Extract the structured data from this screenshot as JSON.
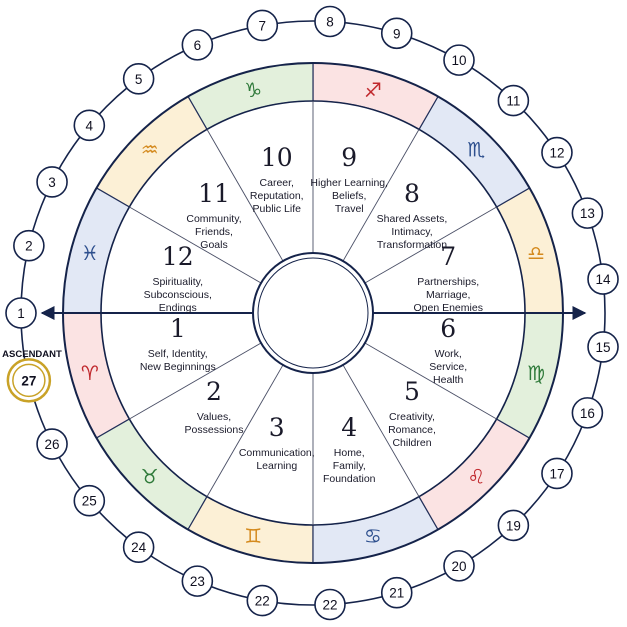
{
  "houses": [
    {
      "num": "1",
      "lines": [
        "Self, Identity,",
        "New Beginnings"
      ]
    },
    {
      "num": "2",
      "lines": [
        "Values,",
        "Possessions"
      ]
    },
    {
      "num": "3",
      "lines": [
        "Communication,",
        "Learning"
      ]
    },
    {
      "num": "4",
      "lines": [
        "Home,",
        "Family,",
        "Foundation"
      ]
    },
    {
      "num": "5",
      "lines": [
        "Creativity,",
        "Romance,",
        "Children"
      ]
    },
    {
      "num": "6",
      "lines": [
        "Work,",
        "Service,",
        "Health"
      ]
    },
    {
      "num": "7",
      "lines": [
        "Partnerships,",
        "Marriage,",
        "Open Enemies"
      ]
    },
    {
      "num": "8",
      "lines": [
        "Shared Assets,",
        "Intimacy,",
        "Transformation"
      ]
    },
    {
      "num": "9",
      "lines": [
        "Higher Learning,",
        "Beliefs,",
        "Travel"
      ]
    },
    {
      "num": "10",
      "lines": [
        "Career,",
        "Reputation,",
        "Public Life"
      ]
    },
    {
      "num": "11",
      "lines": [
        "Community,",
        "Friends,",
        "Goals"
      ]
    },
    {
      "num": "12",
      "lines": [
        "Spirituality,",
        "Subconscious,",
        "Endings"
      ]
    }
  ],
  "signs": [
    {
      "glyph": "♈",
      "name": "aries",
      "color": "#c0282d",
      "bg": "#fbe3e3"
    },
    {
      "glyph": "♉",
      "name": "taurus",
      "color": "#2f7a3a",
      "bg": "#e3f0dc"
    },
    {
      "glyph": "♊",
      "name": "gemini",
      "color": "#d48a1e",
      "bg": "#fcf0d6"
    },
    {
      "glyph": "♋",
      "name": "cancer",
      "color": "#2d4f8e",
      "bg": "#e2e8f5"
    },
    {
      "glyph": "♌",
      "name": "leo",
      "color": "#c0282d",
      "bg": "#fbe3e3"
    },
    {
      "glyph": "♍",
      "name": "virgo",
      "color": "#2f7a3a",
      "bg": "#e3f0dc"
    },
    {
      "glyph": "♎",
      "name": "libra",
      "color": "#d48a1e",
      "bg": "#fcf0d6"
    },
    {
      "glyph": "♏",
      "name": "scorpio",
      "color": "#2d4f8e",
      "bg": "#e2e8f5"
    },
    {
      "glyph": "♐",
      "name": "sagittarius",
      "color": "#c0282d",
      "bg": "#fbe3e3"
    },
    {
      "glyph": "♑",
      "name": "capricorn",
      "color": "#2f7a3a",
      "bg": "#e3f0dc"
    },
    {
      "glyph": "♒",
      "name": "aquarius",
      "color": "#d48a1e",
      "bg": "#fcf0d6"
    },
    {
      "glyph": "♓",
      "name": "pisces",
      "color": "#2d4f8e",
      "bg": "#e2e8f5"
    }
  ],
  "outer_ring": [
    "1",
    "2",
    "3",
    "4",
    "5",
    "6",
    "7",
    "8",
    "9",
    "10",
    "11",
    "12",
    "13",
    "14",
    "15",
    "16",
    "17",
    "19",
    "20",
    "21",
    "22",
    "22",
    "23",
    "24",
    "25",
    "26",
    "27"
  ],
  "highlight_label": "27",
  "highlight_color": "#c9a227",
  "ascendant_label": "ASCENDANT",
  "axis_color": "#15234a"
}
